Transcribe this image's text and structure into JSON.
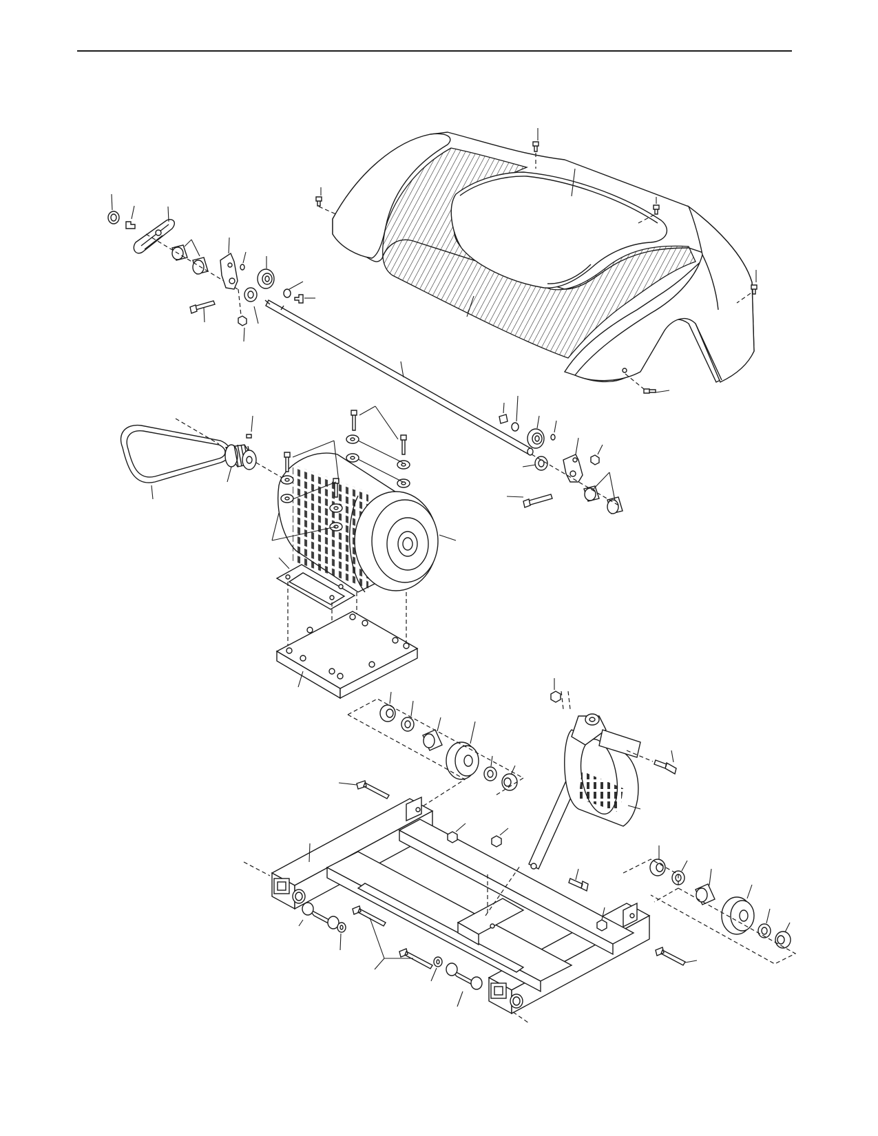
{
  "page": {
    "background": "#ffffff",
    "ink_color": "#1a1a1a"
  },
  "diagram": {
    "type": "exploded-parts-view",
    "callout_numbers_visible": false,
    "parts": [
      "hood",
      "hood-screws",
      "front-roller-axle",
      "left-roller-bracket",
      "right-roller-bracket",
      "roller-pulleys",
      "drive-belt",
      "motor-pulley",
      "drive-motor",
      "flywheel",
      "motor-bolts",
      "motor-washers",
      "motor-mounting-plate",
      "incline-motor",
      "upright-base-frame",
      "wheels",
      "wheel-spacers",
      "wheel-washers",
      "bolts",
      "nuts"
    ]
  }
}
